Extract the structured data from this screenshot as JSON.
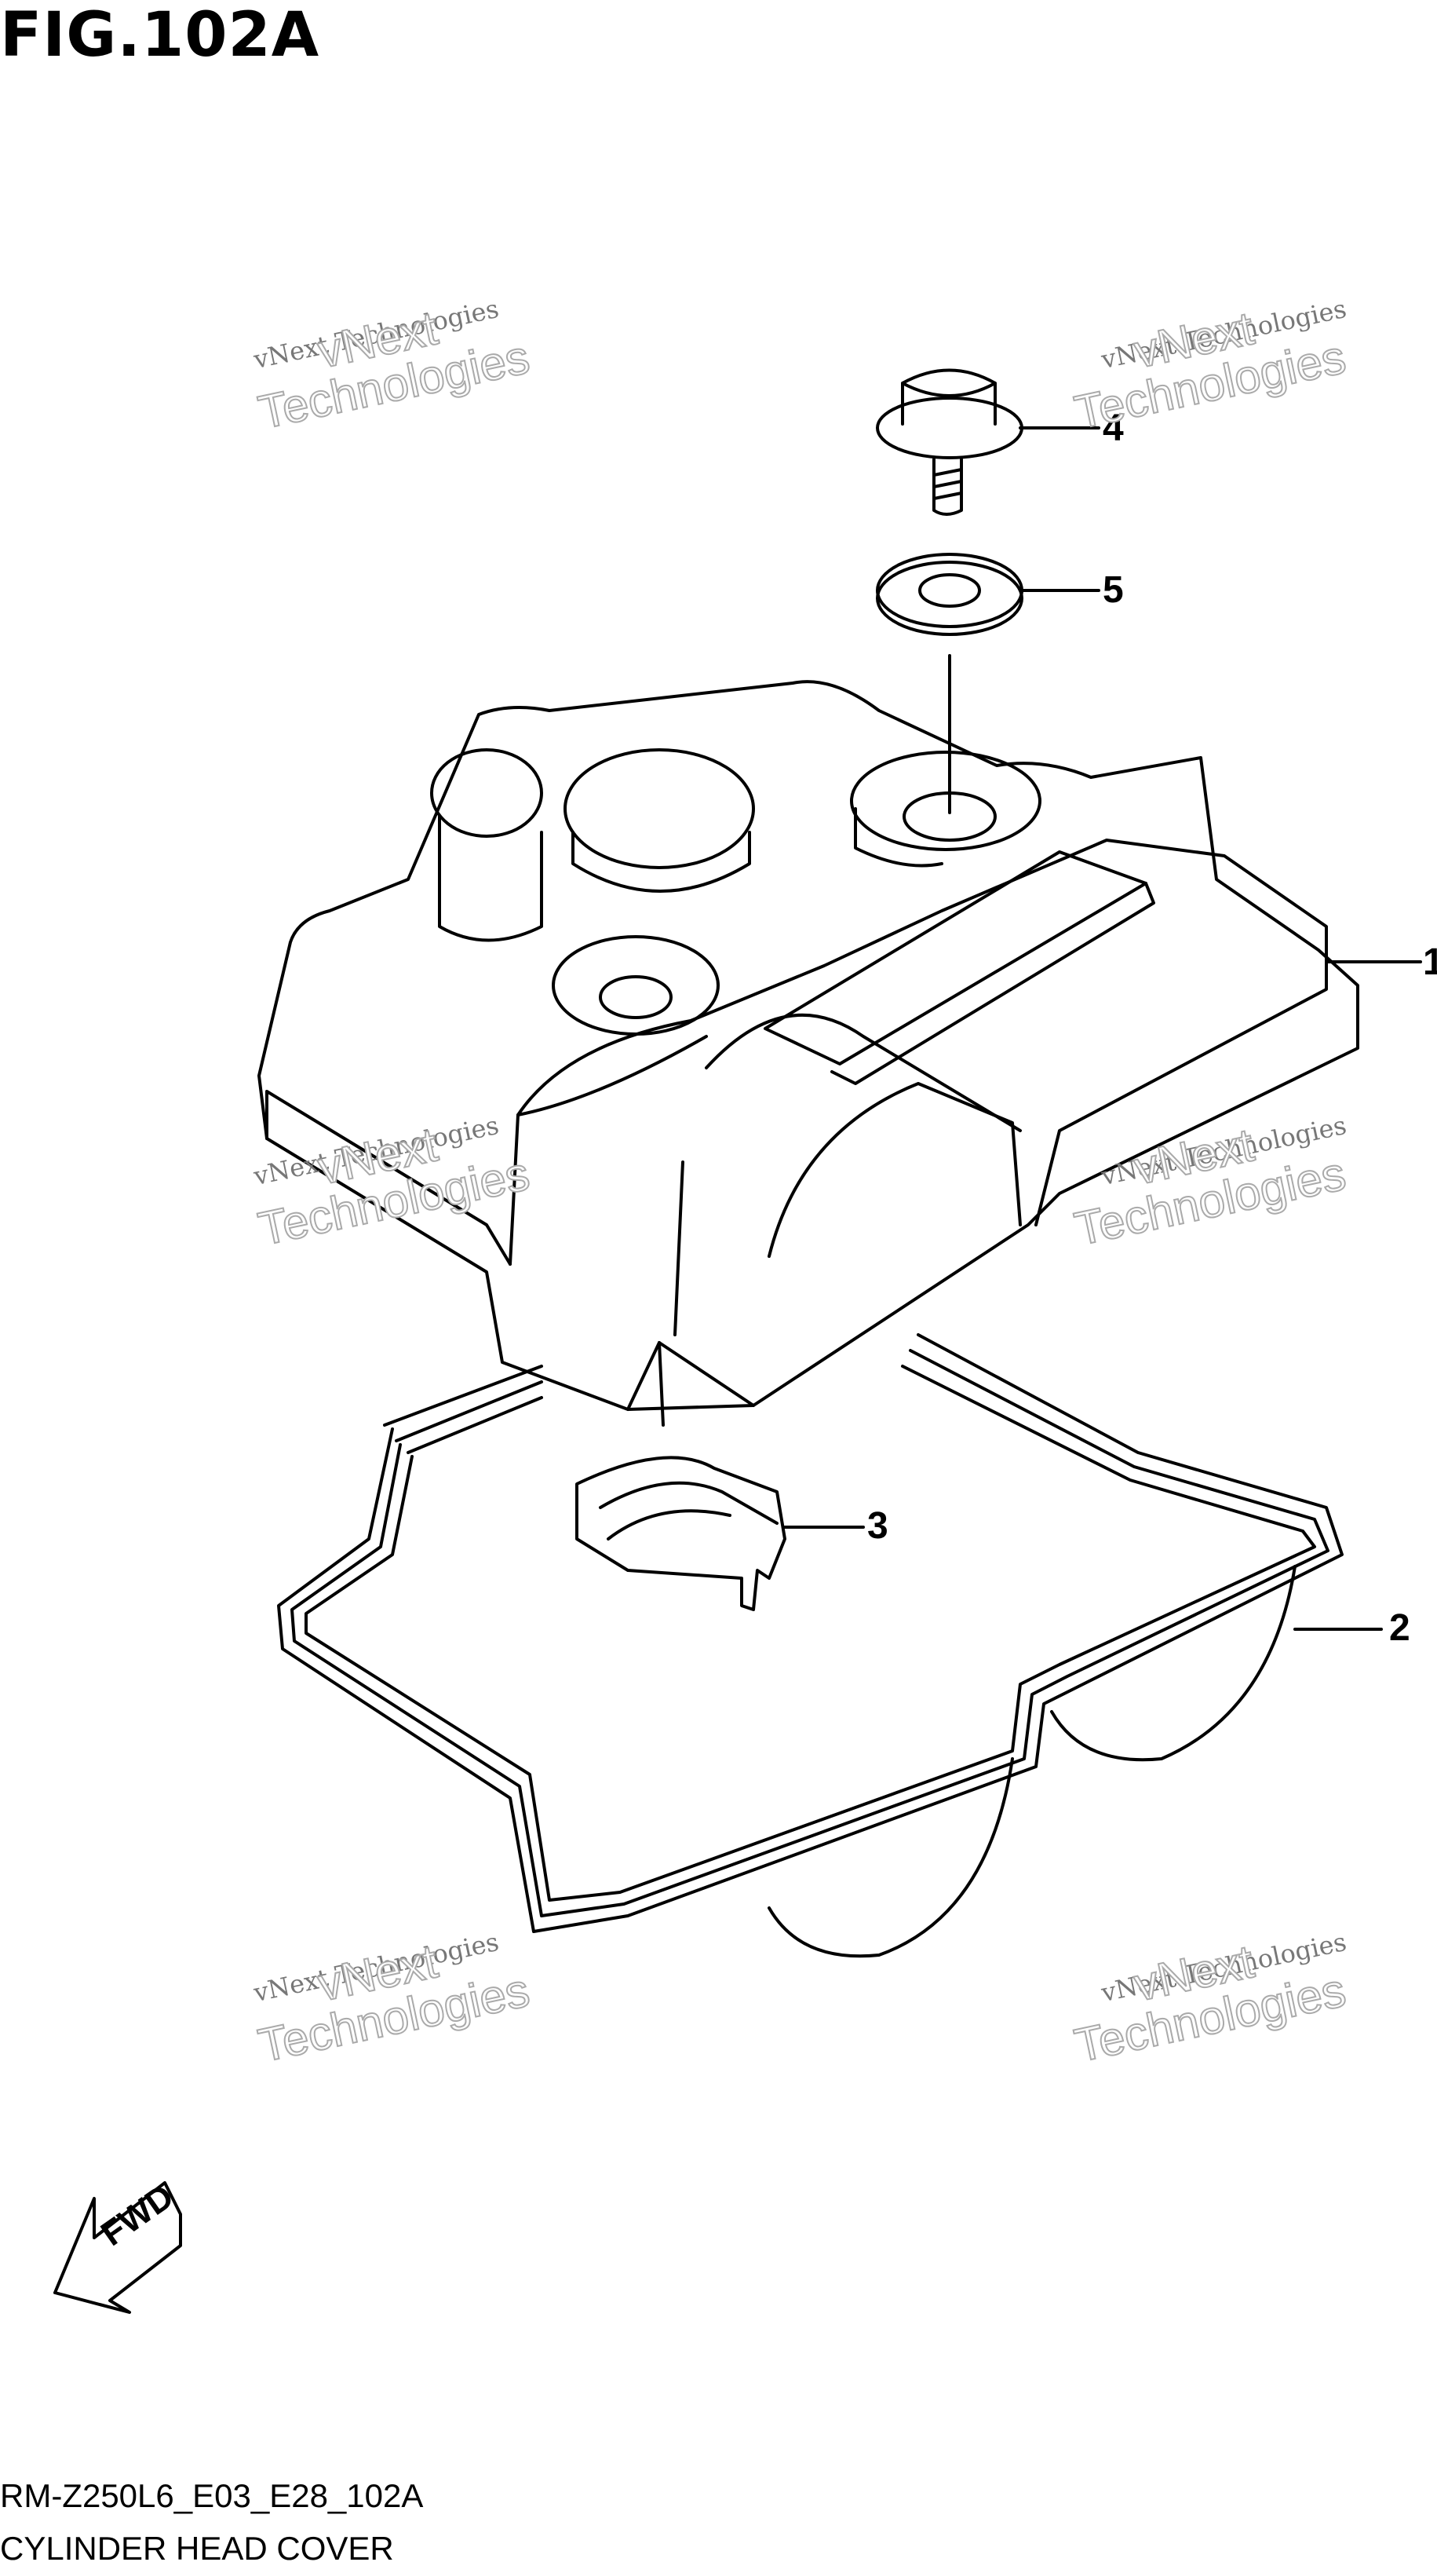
{
  "figure": {
    "title": "FIG.102A"
  },
  "callouts": {
    "c1": "1",
    "c2": "2",
    "c3": "3",
    "c4": "4",
    "c5": "5"
  },
  "watermark": {
    "line1": "vNext Technologies",
    "line2": "vNext",
    "line3": "Technologies"
  },
  "direction_marker": {
    "label": "FWD",
    "icon": "fwd-arrow-icon"
  },
  "footer": {
    "code": "RM-Z250L6_E03_E28_102A",
    "caption": "CYLINDER HEAD COVER"
  }
}
